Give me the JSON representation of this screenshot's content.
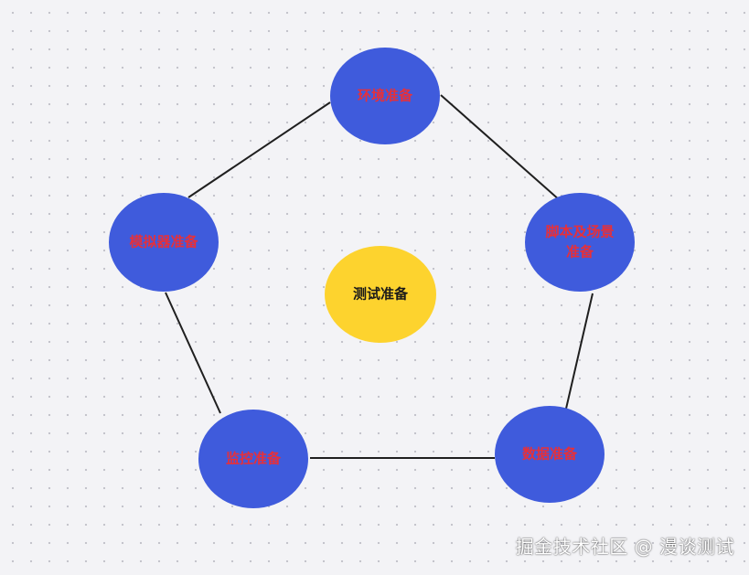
{
  "diagram": {
    "center": {
      "label": "测试准备"
    },
    "nodes": [
      {
        "id": "env",
        "lines": [
          "环境准备"
        ]
      },
      {
        "id": "script",
        "lines": [
          "脚本及场景",
          "准备"
        ]
      },
      {
        "id": "data",
        "lines": [
          "数据准备"
        ]
      },
      {
        "id": "monitor",
        "lines": [
          "监控准备"
        ]
      },
      {
        "id": "simulator",
        "lines": [
          "模拟器准备"
        ]
      }
    ],
    "edges": [
      [
        "env",
        "script"
      ],
      [
        "script",
        "data"
      ],
      [
        "data",
        "monitor"
      ],
      [
        "monitor",
        "simulator"
      ],
      [
        "simulator",
        "env"
      ]
    ]
  },
  "colors": {
    "node_fill": "#3f5bdc",
    "node_text": "#e6303a",
    "center_fill": "#fdd32e",
    "center_text": "#1a1a1a",
    "edge": "#1f1f1f"
  },
  "watermark": "掘金技术社区 @ 漫谈测试"
}
